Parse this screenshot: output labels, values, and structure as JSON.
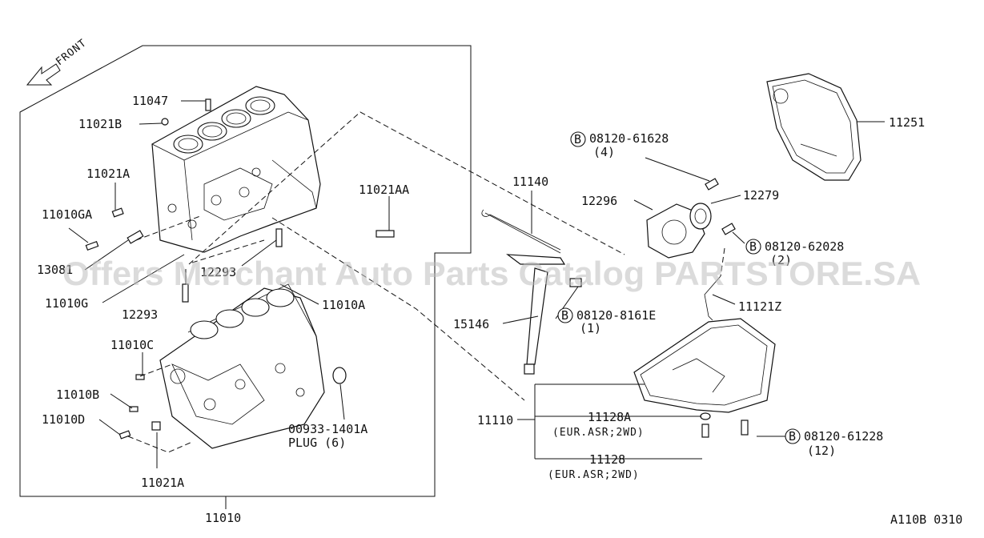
{
  "watermark": "Offers Merchant Auto Parts Catalog PARTSTORE.SA",
  "figure_code": "A110B 0310",
  "front_label": "FRONT",
  "bolt_prefix": "B",
  "labels": {
    "p11047": "11047",
    "p11021B": "11021B",
    "p11021A_top": "11021A",
    "p11010GA": "11010GA",
    "p13081": "13081",
    "p11010G": "11010G",
    "p12293_a": "12293",
    "p12293_b": "12293",
    "p11010A": "11010A",
    "p11021AA": "11021AA",
    "p11010C": "11010C",
    "p11010B": "11010B",
    "p11010D": "11010D",
    "p00933": "00933-1401A",
    "plug": "PLUG (6)",
    "p11021A_bot": "11021A",
    "p11010": "11010",
    "p11140": "11140",
    "p12296": "12296",
    "p12279": "12279",
    "b61628": "08120-61628",
    "b61628_qty": "(4)",
    "p11251": "11251",
    "b62028": "08120-62028",
    "b62028_qty": "(2)",
    "p11121Z": "11121Z",
    "b8161E": "08120-8161E",
    "b8161E_qty": "(1)",
    "p15146": "15146",
    "p11110": "11110",
    "p11128A": "11128A",
    "p11128A_note": "(EUR.ASR;2WD)",
    "p11128": "11128",
    "p11128_note": "(EUR.ASR;2WD)",
    "b61228": "08120-61228",
    "b61228_qty": "(12)"
  }
}
